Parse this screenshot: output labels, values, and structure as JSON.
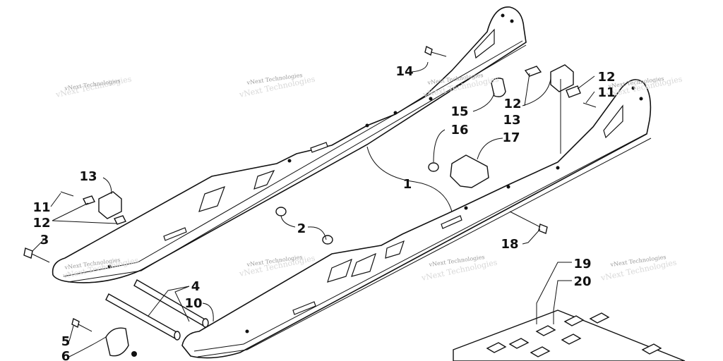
{
  "diagram": {
    "callouts": [
      "1",
      "2",
      "3",
      "4",
      "5",
      "6",
      "10",
      "11",
      "11",
      "12",
      "12",
      "12",
      "13",
      "13",
      "14",
      "15",
      "16",
      "17",
      "18",
      "19",
      "20"
    ],
    "watermark": "vNext Technologies"
  }
}
